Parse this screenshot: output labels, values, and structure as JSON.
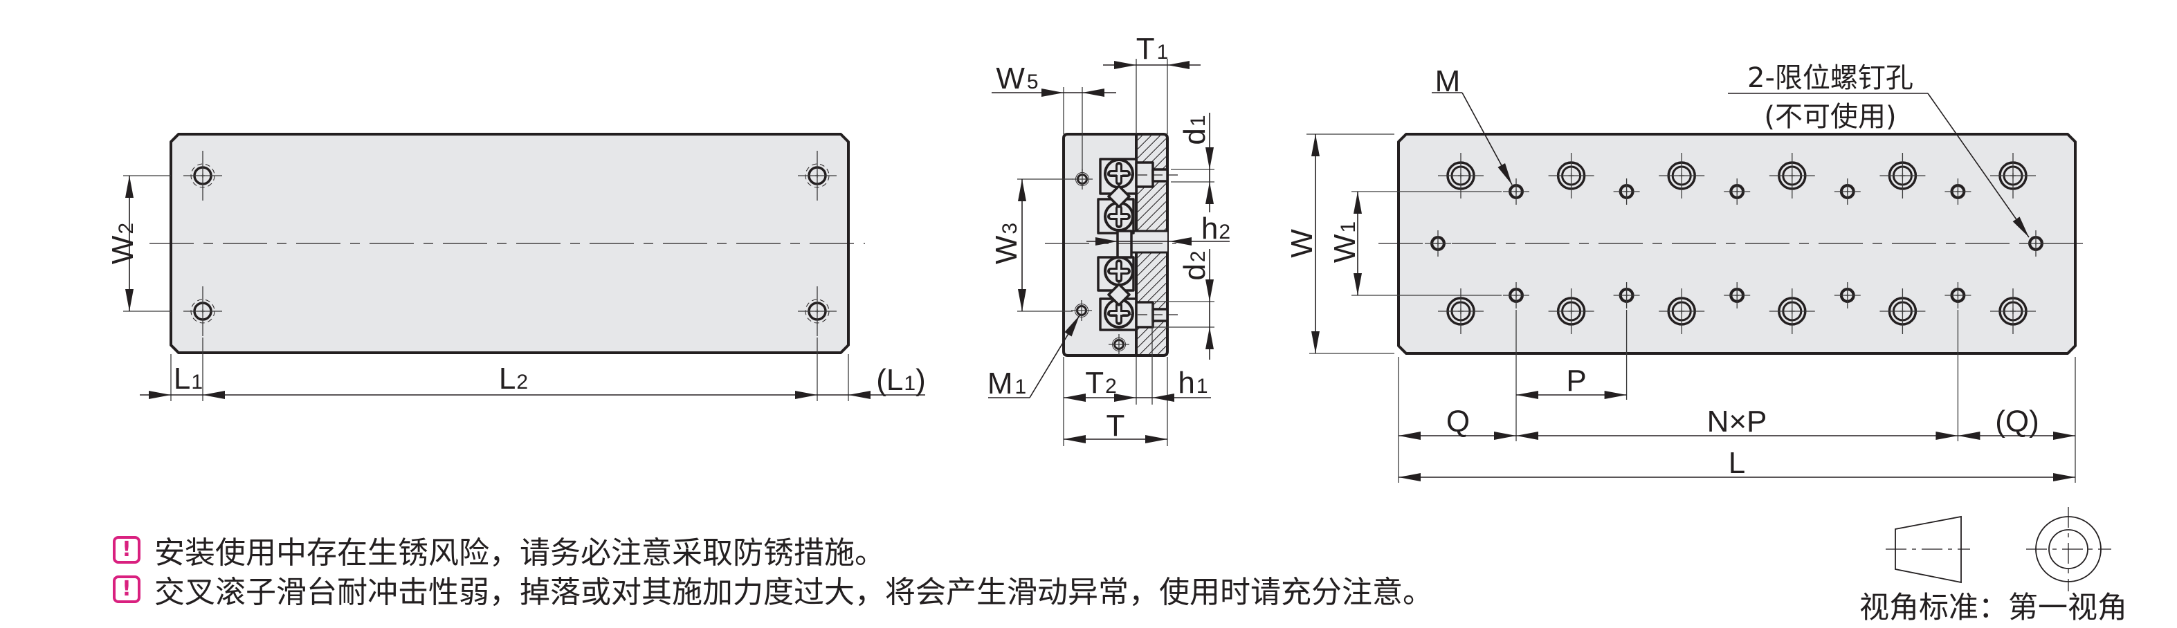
{
  "front_view": {
    "w2": {
      "base": "W",
      "sub": "2"
    },
    "l1": {
      "base": "L",
      "sub": "1"
    },
    "l2": {
      "base": "L",
      "sub": "2"
    },
    "l1_ref": {
      "open": "(",
      "base": "L",
      "sub": "1",
      "close": ")"
    },
    "mounting_hole_count": 4
  },
  "side_view": {
    "w5": {
      "base": "W",
      "sub": "5"
    },
    "t1": {
      "base": "T",
      "sub": "1"
    },
    "d1": {
      "base": "d",
      "sub": "1"
    },
    "h2": {
      "base": "h",
      "sub": "2"
    },
    "d2": {
      "base": "d",
      "sub": "2"
    },
    "w3": {
      "base": "W",
      "sub": "3"
    },
    "m1": {
      "base": "M",
      "sub": "1"
    },
    "t2": {
      "base": "T",
      "sub": "2"
    },
    "h1": {
      "base": "h",
      "sub": "1"
    },
    "t": "T"
  },
  "top_view": {
    "m": "M",
    "w": "W",
    "w1": {
      "base": "W",
      "sub": "1"
    },
    "p": "P",
    "q": "Q",
    "nxp": "N×P",
    "q_ref": "(Q)",
    "l": "L",
    "limit_hole_callout": {
      "line1": "2-限位螺钉孔",
      "line2": "(不可使用)"
    },
    "counterbored_holes_per_row": 6,
    "tapped_holes_per_row": 5
  },
  "notes": [
    {
      "icon": "warning-icon",
      "icon_glyph": "!",
      "text": "安装使用中存在生锈风险，请务必注意采取防锈措施。"
    },
    {
      "icon": "warning-icon",
      "icon_glyph": "!",
      "text": "交叉滚子滑台耐冲击性弱，掉落或对其施加力度过大，将会产生滑动异常，使用时请充分注意。"
    }
  ],
  "projection": {
    "label": "视角标准：第一视角"
  },
  "colors": {
    "accent": "#d9207f",
    "part_fill": "#e6e7e9",
    "line": "#231f20",
    "background": "#ffffff"
  }
}
